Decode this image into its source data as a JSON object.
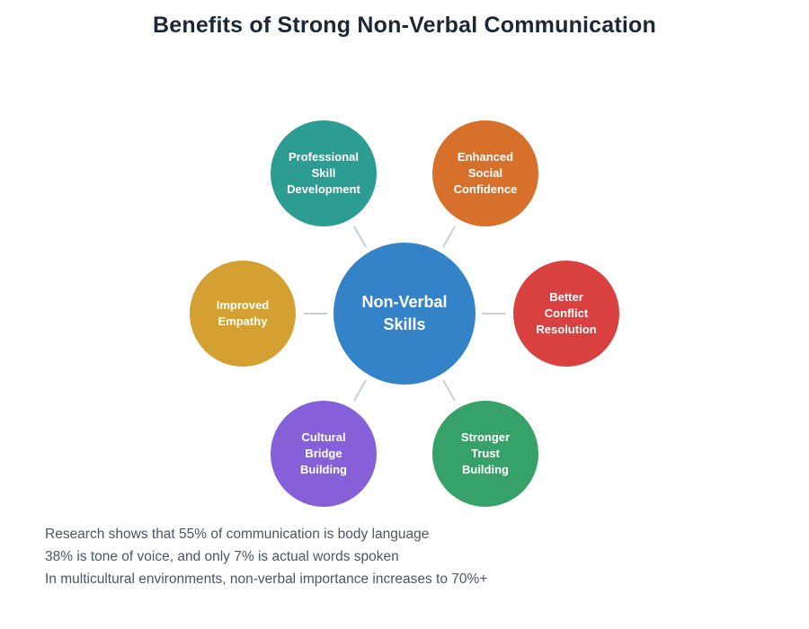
{
  "title": "Benefits of Strong Non-Verbal Communication",
  "diagram": {
    "center": {
      "label": "Non-Verbal\nSkills",
      "color": "#3482c8"
    },
    "nodes": [
      {
        "id": "professional-skill-development",
        "label": "Professional\nSkill\nDevelopment",
        "color": "#2d9d94"
      },
      {
        "id": "enhanced-social-confidence",
        "label": "Enhanced\nSocial\nConfidence",
        "color": "#d6702b"
      },
      {
        "id": "improved-empathy",
        "label": "Improved\nEmpathy",
        "color": "#d4a032"
      },
      {
        "id": "better-conflict-resolution",
        "label": "Better\nConflict\nResolution",
        "color": "#d94040"
      },
      {
        "id": "cultural-bridge-building",
        "label": "Cultural\nBridge\nBuilding",
        "color": "#8560d8"
      },
      {
        "id": "stronger-trust-building",
        "label": "Stronger\nTrust\nBuilding",
        "color": "#36a169"
      }
    ],
    "connector_color": "#c3cfdd"
  },
  "footer": {
    "lines": [
      "Research shows that 55% of communication is body language",
      "38% is tone of voice, and only 7% is actual words spoken",
      "In multicultural environments, non-verbal importance increases to 70%+"
    ]
  }
}
